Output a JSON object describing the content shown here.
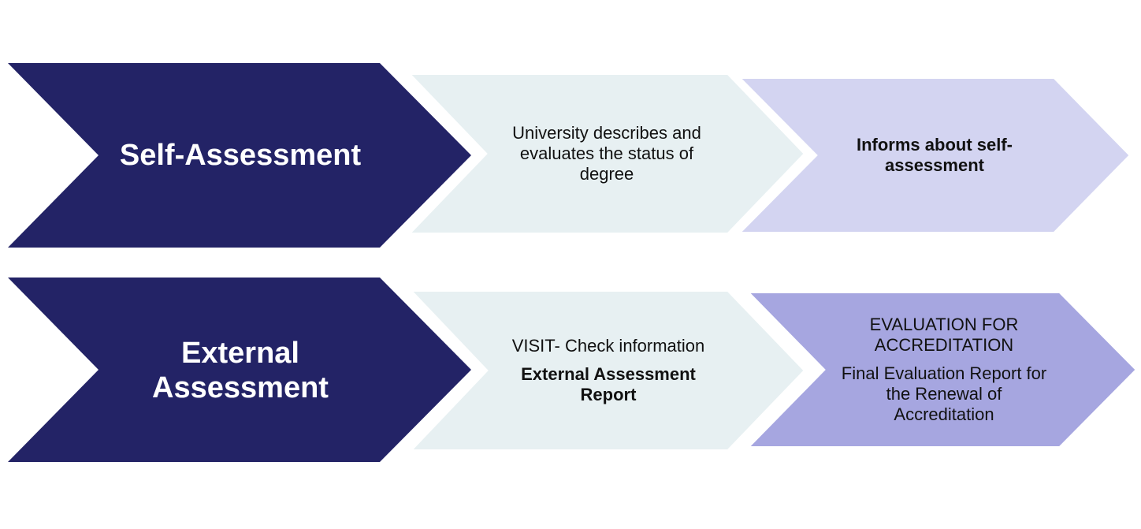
{
  "colors": {
    "primary": "#232366",
    "mid": "#e7f0f2",
    "right_top": "#d3d4f1",
    "right_bottom": "#a6a6e0",
    "outline": "#ffffff"
  },
  "row1": {
    "primary_label": "Self-Assessment",
    "middle_text": "University describes and evaluates the status of degree",
    "right_text": "Informs about self-assessment"
  },
  "row2": {
    "primary_label_line1": "External",
    "primary_label_line2": "Assessment",
    "middle_text_line1": "VISIT- Check information",
    "middle_text_line2": "External Assessment Report",
    "right_text_line1": "EVALUATION FOR ACCREDITATION",
    "right_text_line2": "Final Evaluation Report for the Renewal of Accreditation"
  }
}
